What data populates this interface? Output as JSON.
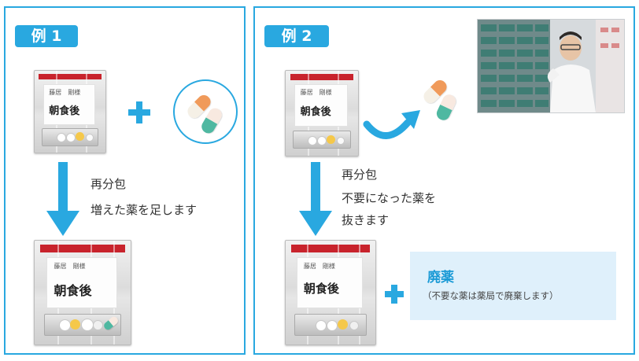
{
  "example1": {
    "badge": "例 1",
    "bag": {
      "names": "藤居　剛様",
      "meal": "朝食後"
    },
    "instruction_lines": [
      "再分包",
      "増えた薬を足します"
    ],
    "result_bag": {
      "names": "藤居　剛様",
      "meal": "朝食後"
    }
  },
  "example2": {
    "badge": "例 2",
    "bag": {
      "names": "藤居　剛様",
      "meal": "朝食後"
    },
    "instruction_lines": [
      "再分包",
      "不要になった薬を",
      "抜きます"
    ],
    "result_bag": {
      "names": "藤居　剛様",
      "meal": "朝食後"
    },
    "disposal": {
      "title": "廃薬",
      "note": "（不要な薬は薬局で廃棄します）"
    }
  },
  "colors": {
    "accent": "#29a8e0",
    "bag_strip": "#c8232c",
    "disposal_bg": "#dff0fb",
    "capsule_orange": "#f09a5a",
    "capsule_teal": "#4fb8a1"
  },
  "icons": [
    "plus-icon",
    "down-arrow-icon",
    "curved-arrow-icon",
    "capsule-icon"
  ]
}
